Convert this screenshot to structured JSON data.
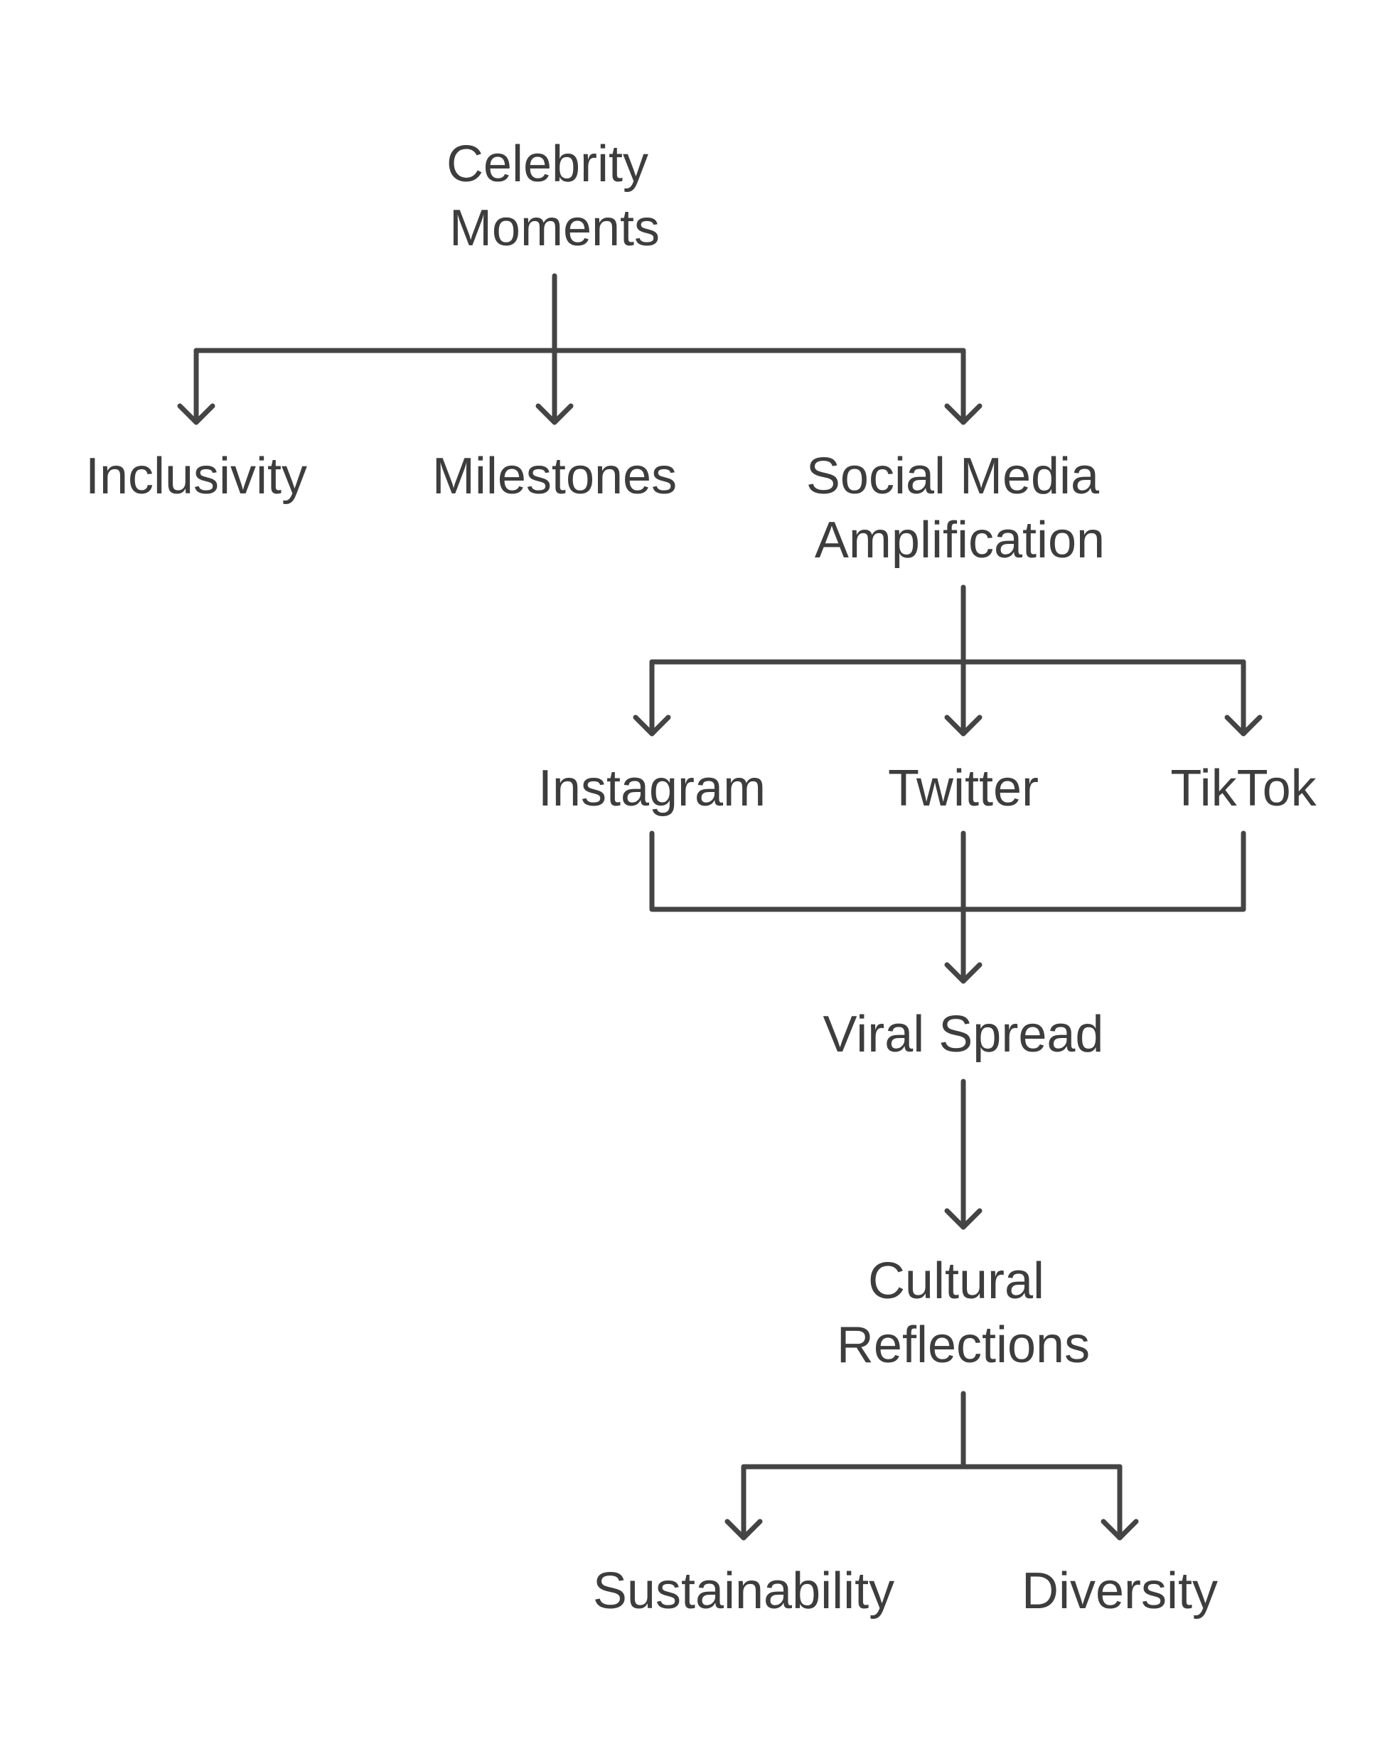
{
  "colors": {
    "text": "#3d3d3d",
    "line": "#444444",
    "background": "#ffffff"
  },
  "nodes": {
    "celebrity_moments": [
      "Celebrity",
      "Moments"
    ],
    "inclusivity": [
      "Inclusivity"
    ],
    "milestones": [
      "Milestones"
    ],
    "social_media_amplification": [
      "Social Media",
      "Amplification"
    ],
    "instagram": [
      "Instagram"
    ],
    "twitter": [
      "Twitter"
    ],
    "tiktok": [
      "TikTok"
    ],
    "viral_spread": [
      "Viral Spread"
    ],
    "cultural_reflections": [
      "Cultural",
      "Reflections"
    ],
    "sustainability": [
      "Sustainability"
    ],
    "diversity": [
      "Diversity"
    ]
  },
  "edges": [
    {
      "from": "celebrity_moments",
      "to": "inclusivity"
    },
    {
      "from": "celebrity_moments",
      "to": "milestones"
    },
    {
      "from": "celebrity_moments",
      "to": "social_media_amplification"
    },
    {
      "from": "social_media_amplification",
      "to": "instagram"
    },
    {
      "from": "social_media_amplification",
      "to": "twitter"
    },
    {
      "from": "social_media_amplification",
      "to": "tiktok"
    },
    {
      "from": "instagram",
      "to": "viral_spread"
    },
    {
      "from": "twitter",
      "to": "viral_spread"
    },
    {
      "from": "tiktok",
      "to": "viral_spread"
    },
    {
      "from": "viral_spread",
      "to": "cultural_reflections"
    },
    {
      "from": "cultural_reflections",
      "to": "sustainability"
    },
    {
      "from": "cultural_reflections",
      "to": "diversity"
    }
  ]
}
